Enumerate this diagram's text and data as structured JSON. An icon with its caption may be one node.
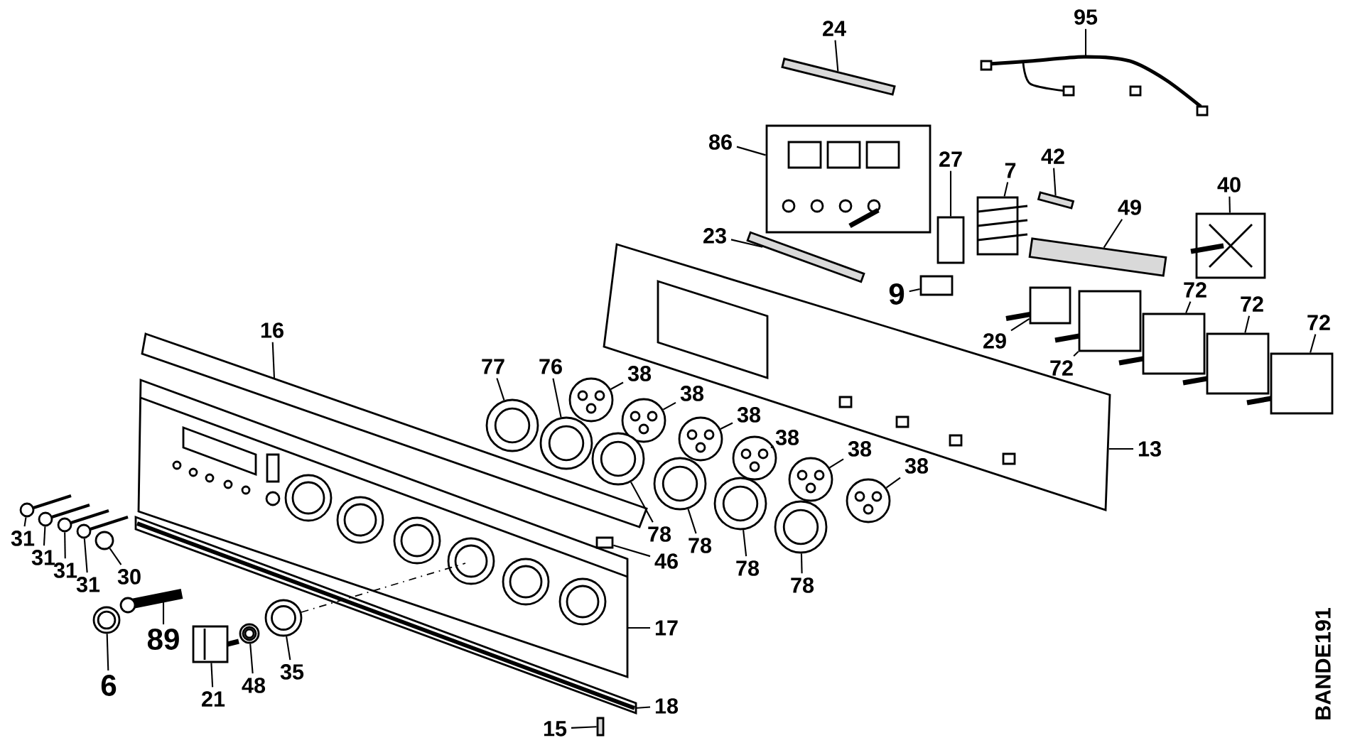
{
  "diagram": {
    "nodes": [
      {
        "text": [
          "24"
        ]
      },
      {
        "text": [],
        "shape": "bar"
      },
      {
        "text": [
          "95"
        ]
      },
      {
        "text": [],
        "shape": "picture"
      },
      {
        "text": [
          "86"
        ]
      },
      {
        "text": [],
        "shape": "box"
      },
      {
        "text": [
          "27"
        ]
      },
      {
        "text": [],
        "shape": "box"
      },
      {
        "text": [
          "7"
        ]
      },
      {
        "text": [],
        "shape": "box"
      },
      {
        "text": [
          "42"
        ]
      },
      {
        "text": [],
        "shape": "bar"
      },
      {
        "text": [
          "40"
        ]
      },
      {
        "text": [],
        "shape": "box"
      },
      {
        "text": [
          "49"
        ]
      },
      {
        "text": [],
        "shape": "bar"
      },
      {
        "text": [
          "23"
        ]
      },
      {
        "text": [],
        "shape": "bar"
      },
      {
        "text": [
          "9"
        ]
      },
      {
        "text": [],
        "shape": "box"
      },
      {
        "text": [
          "29"
        ]
      },
      {
        "text": [],
        "shape": "box"
      },
      {
        "text": [
          "72"
        ]
      },
      {
        "text": [],
        "shape": "box"
      },
      {
        "text": [
          "72"
        ]
      },
      {
        "text": [],
        "shape": "box"
      },
      {
        "text": [
          "72"
        ]
      },
      {
        "text": [],
        "shape": "box"
      },
      {
        "text": [
          "72"
        ]
      },
      {
        "text": [],
        "shape": "box"
      },
      {
        "text": [
          "13"
        ]
      },
      {
        "text": [],
        "shape": "picture"
      },
      {
        "text": [
          "16"
        ]
      },
      {
        "text": [],
        "shape": "picture"
      },
      {
        "text": [
          "17"
        ]
      },
      {
        "text": [],
        "shape": "picture"
      },
      {
        "text": [
          "18"
        ]
      },
      {
        "text": [],
        "shape": "picture"
      },
      {
        "text": [
          "15"
        ]
      },
      {
        "text": [],
        "shape": "bar"
      },
      {
        "text": [
          "46"
        ]
      },
      {
        "text": [],
        "shape": "box"
      },
      {
        "text": [
          "77"
        ]
      },
      {
        "text": [],
        "shape": "circle"
      },
      {
        "text": [
          "76"
        ]
      },
      {
        "text": [],
        "shape": "circle"
      },
      {
        "text": [
          "38"
        ]
      },
      {
        "text": [],
        "shape": "circle"
      },
      {
        "text": [
          "38"
        ]
      },
      {
        "text": [],
        "shape": "circle"
      },
      {
        "text": [
          "38"
        ]
      },
      {
        "text": [],
        "shape": "circle"
      },
      {
        "text": [
          "38"
        ]
      },
      {
        "text": [],
        "shape": "circle"
      },
      {
        "text": [
          "38"
        ]
      },
      {
        "text": [],
        "shape": "circle"
      },
      {
        "text": [
          "38"
        ]
      },
      {
        "text": [],
        "shape": "circle"
      },
      {
        "text": [
          "78"
        ]
      },
      {
        "text": [],
        "shape": "circle"
      },
      {
        "text": [
          "78"
        ]
      },
      {
        "text": [],
        "shape": "circle"
      },
      {
        "text": [
          "78"
        ]
      },
      {
        "text": [],
        "shape": "circle"
      },
      {
        "text": [
          "78"
        ]
      },
      {
        "text": [],
        "shape": "circle"
      },
      {
        "text": [
          "31"
        ]
      },
      {
        "text": [],
        "shape": "circle"
      },
      {
        "text": [
          "31"
        ]
      },
      {
        "text": [],
        "shape": "circle"
      },
      {
        "text": [
          "31"
        ]
      },
      {
        "text": [],
        "shape": "circle"
      },
      {
        "text": [
          "31"
        ]
      },
      {
        "text": [],
        "shape": "circle"
      },
      {
        "text": [
          "30"
        ]
      },
      {
        "text": [],
        "shape": "circle"
      },
      {
        "text": [
          "89"
        ]
      },
      {
        "text": [],
        "shape": "picture"
      },
      {
        "text": [
          "6"
        ]
      },
      {
        "text": [],
        "shape": "circle"
      },
      {
        "text": [
          "21"
        ]
      },
      {
        "text": [],
        "shape": "box"
      },
      {
        "text": [
          "48"
        ]
      },
      {
        "text": [],
        "shape": "circle"
      },
      {
        "text": [
          "35"
        ]
      },
      {
        "text": [],
        "shape": "circle"
      }
    ],
    "edges": [
      {
        "from": 0,
        "to": 1,
        "arrow": "none"
      },
      {
        "from": 2,
        "to": 3,
        "arrow": "none"
      },
      {
        "from": 4,
        "to": 5,
        "arrow": "none"
      },
      {
        "from": 6,
        "to": 7,
        "arrow": "none"
      },
      {
        "from": 8,
        "to": 9,
        "arrow": "none"
      },
      {
        "from": 10,
        "to": 11,
        "arrow": "none"
      },
      {
        "from": 12,
        "to": 13,
        "arrow": "none"
      },
      {
        "from": 14,
        "to": 15,
        "arrow": "none"
      },
      {
        "from": 16,
        "to": 17,
        "arrow": "none"
      },
      {
        "from": 18,
        "to": 19,
        "arrow": "none"
      },
      {
        "from": 20,
        "to": 21,
        "arrow": "none"
      },
      {
        "from": 22,
        "to": 23,
        "arrow": "none"
      },
      {
        "from": 24,
        "to": 25,
        "arrow": "none"
      },
      {
        "from": 26,
        "to": 27,
        "arrow": "none"
      },
      {
        "from": 28,
        "to": 29,
        "arrow": "none"
      },
      {
        "from": 30,
        "to": 31,
        "arrow": "none"
      },
      {
        "from": 32,
        "to": 33,
        "arrow": "none"
      },
      {
        "from": 34,
        "to": 35,
        "arrow": "none"
      },
      {
        "from": 36,
        "to": 37,
        "arrow": "none"
      },
      {
        "from": 38,
        "to": 39,
        "arrow": "none"
      },
      {
        "from": 40,
        "to": 41,
        "arrow": "none"
      },
      {
        "from": 42,
        "to": 43,
        "arrow": "none"
      },
      {
        "from": 44,
        "to": 45,
        "arrow": "none"
      },
      {
        "from": 46,
        "to": 47,
        "arrow": "none"
      },
      {
        "from": 48,
        "to": 49,
        "arrow": "none"
      },
      {
        "from": 50,
        "to": 51,
        "arrow": "none"
      },
      {
        "from": 52,
        "to": 53,
        "arrow": "none"
      },
      {
        "from": 54,
        "to": 55,
        "arrow": "none"
      },
      {
        "from": 56,
        "to": 57,
        "arrow": "none"
      },
      {
        "from": 58,
        "to": 59,
        "arrow": "none"
      },
      {
        "from": 60,
        "to": 61,
        "arrow": "none"
      },
      {
        "from": 62,
        "to": 63,
        "arrow": "none"
      },
      {
        "from": 64,
        "to": 65,
        "arrow": "none"
      },
      {
        "from": 66,
        "to": 67,
        "arrow": "none"
      },
      {
        "from": 68,
        "to": 69,
        "arrow": "none"
      },
      {
        "from": 70,
        "to": 71,
        "arrow": "none"
      },
      {
        "from": 72,
        "to": 73,
        "arrow": "none"
      },
      {
        "from": 74,
        "to": 75,
        "arrow": "none"
      },
      {
        "from": 76,
        "to": 77,
        "arrow": "none"
      },
      {
        "from": 78,
        "to": 79,
        "arrow": "none"
      },
      {
        "from": 80,
        "to": 81,
        "arrow": "none"
      },
      {
        "from": 82,
        "to": 83,
        "arrow": "none"
      },
      {
        "from": 84,
        "to": 85,
        "arrow": "none"
      }
    ],
    "labels": [
      "BANDE191"
    ]
  }
}
